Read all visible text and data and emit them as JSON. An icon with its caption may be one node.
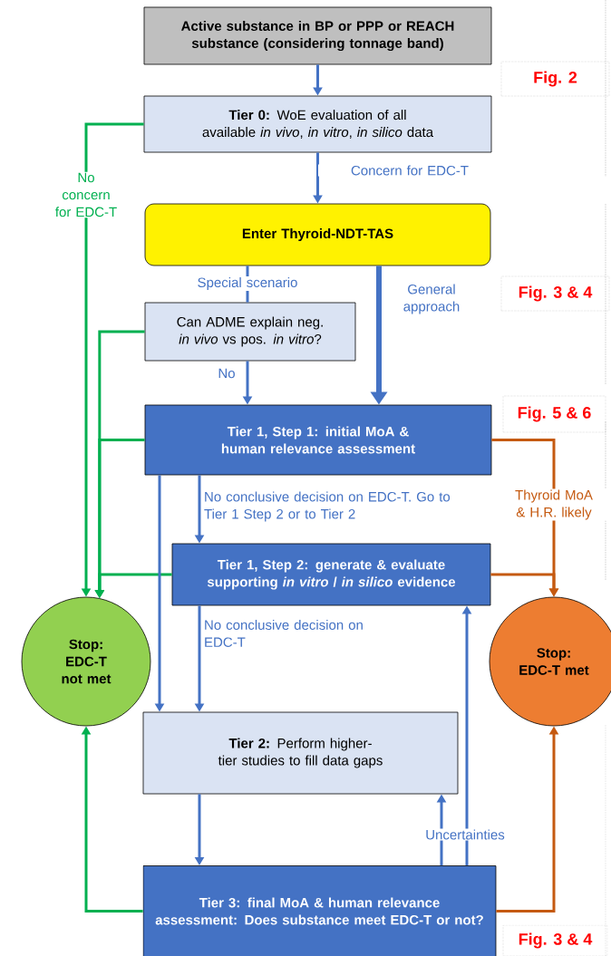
{
  "diagram": {
    "nodes": [
      {
        "text": [
          "Active substance in BP or PPP or REACH substance (considering tonnage band)"
        ]
      },
      {
        "text": [
          "**Tier 0:** WoE evaluation of all available *in vivo*, *in vitro*, *in silico* data"
        ]
      },
      {
        "text": [
          "Enter Thyroid-NDT-TAS"
        ]
      },
      {
        "text": [
          "Can ADME explain neg. *in vivo* vs pos. *in vitro*?"
        ]
      },
      {
        "text": [
          "Tier 1, Step 1: initial MoA & human relevance assessment"
        ]
      },
      {
        "text": [
          "Tier 1, Step 2: generate & evaluate supporting *in vitro* / *in silico* evidence"
        ]
      },
      {
        "text": [
          "Stop: EDC-T not met"
        ]
      },
      {
        "text": [
          "Stop: EDC-T met"
        ]
      },
      {
        "text": [
          "**Tier 2:** Perform higher-tier studies to fill data gaps"
        ]
      },
      {
        "text": [
          "**Tier 3: final MoA & human relevance assessment:** Does substance meet EDC-T or not?"
        ]
      }
    ],
    "edges": [
      {
        "from": 0,
        "to": 1,
        "arrow": "to"
      },
      {
        "from": 1,
        "to": 2,
        "arrow": "to",
        "label": "Concern for EDC-T"
      },
      {
        "from": 1,
        "to": 6,
        "arrow": "to",
        "label": "No concern for EDC-T",
        "color": "#00b050"
      },
      {
        "from": 2,
        "to": 3,
        "arrow": "none",
        "label": "Special scenario"
      },
      {
        "from": 3,
        "to": 4,
        "arrow": "to",
        "label": "No"
      },
      {
        "from": 2,
        "to": 4,
        "arrow": "to",
        "label": "General approach",
        "style": "thick"
      },
      {
        "from": 3,
        "to": 6,
        "arrow": "to",
        "color": "#00b050"
      },
      {
        "from": 4,
        "to": 6,
        "arrow": "to",
        "color": "#00b050"
      },
      {
        "from": 5,
        "to": 6,
        "arrow": "to",
        "color": "#00b050"
      },
      {
        "from": 4,
        "to": 5,
        "arrow": "to",
        "label": "No conclusive decision on EDC-T. Go to Tier 1 Step 2 or to Tier 2"
      },
      {
        "from": 4,
        "to": 8,
        "arrow": "to"
      },
      {
        "from": 5,
        "to": 8,
        "arrow": "to",
        "label": "No conclusive decision on EDC-T"
      },
      {
        "from": 4,
        "to": 7,
        "arrow": "to",
        "label": "Thyroid MoA & H.R. likely",
        "color": "#c55a11"
      },
      {
        "from": 5,
        "to": 7,
        "arrow": "to",
        "color": "#c55a11"
      },
      {
        "from": 8,
        "to": 9,
        "arrow": "to"
      },
      {
        "from": 9,
        "to": 5,
        "arrow": "to",
        "label": "Uncertainties"
      },
      {
        "from": 9,
        "to": 8,
        "arrow": "to"
      },
      {
        "from": 9,
        "to": 6,
        "arrow": "to",
        "color": "#00b050"
      },
      {
        "from": 9,
        "to": 7,
        "arrow": "to",
        "color": "#c55a11"
      }
    ],
    "labels": [
      "Fig. 2",
      "Fig. 3 & 4",
      "Fig. 5 & 6",
      "Fig. 3 & 4"
    ]
  }
}
